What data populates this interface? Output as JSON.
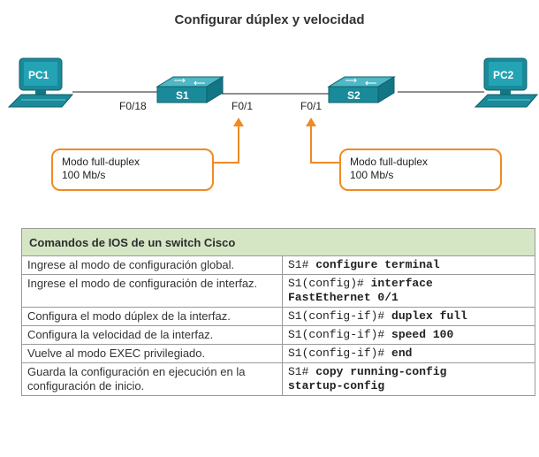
{
  "title": "Configurar dúplex y velocidad",
  "devices": {
    "pc1": "PC1",
    "pc2": "PC2",
    "s1": "S1",
    "s2": "S2"
  },
  "ports": {
    "s1_left": "F0/18",
    "s1_right": "F0/1",
    "s2_left": "F0/1"
  },
  "callouts": [
    {
      "line1": "Modo full-duplex",
      "line2": "100 Mb/s"
    },
    {
      "line1": "Modo full-duplex",
      "line2": "100 Mb/s"
    }
  ],
  "colors": {
    "device_teal": "#1a8a9a",
    "callout_orange": "#f08a24",
    "table_header_bg": "#d5e6c5"
  },
  "table": {
    "header": "Comandos de IOS de un switch Cisco",
    "rows": [
      {
        "desc": "Ingrese al modo de configuración global.",
        "prompt": "S1# ",
        "command": "configure terminal",
        "command_line2": ""
      },
      {
        "desc": "Ingrese el modo de configuración de interfaz.",
        "prompt": "S1(config)# ",
        "command": "interface",
        "command_line2": "FastEthernet 0/1"
      },
      {
        "desc": "Configura el modo dúplex de la interfaz.",
        "prompt": "S1(config-if)# ",
        "command": "duplex full",
        "command_line2": ""
      },
      {
        "desc": "Configura la velocidad de la interfaz.",
        "prompt": "S1(config-if)# ",
        "command": "speed 100",
        "command_line2": ""
      },
      {
        "desc": "Vuelve al modo EXEC privilegiado.",
        "prompt": "S1(config-if)# ",
        "command": "end",
        "command_line2": ""
      },
      {
        "desc": "Guarda la configuración en ejecución en la configuración de inicio.",
        "prompt": "S1# ",
        "command": "copy running-config",
        "command_line2": "startup-config"
      }
    ]
  }
}
